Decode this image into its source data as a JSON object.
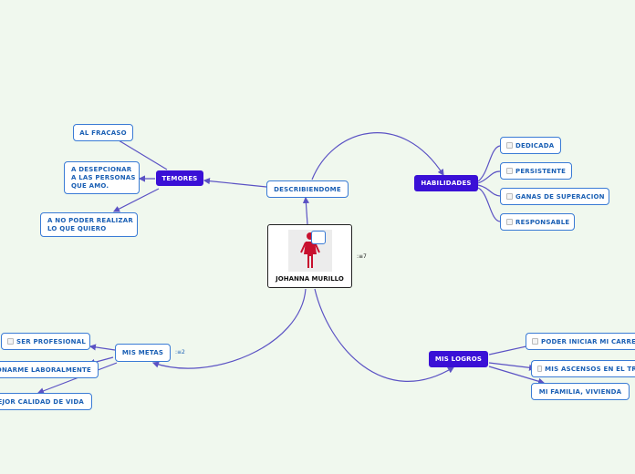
{
  "central": {
    "label": "JOHANNA MURILLO",
    "count": ":≡7"
  },
  "describiendome": "DESCRIBIENDOME",
  "temores": {
    "label": "TEMORES",
    "items": [
      "AL FRACASO",
      "A DESEPCIONAR A LAS PERSONAS QUE AMO.",
      "A NO PODER REALIZAR LO QUE QUIERO"
    ]
  },
  "habilidades": {
    "label": "HABILIDADES",
    "items": [
      "DEDICADA",
      "PERSISTENTE",
      "GANAS DE SUPERACION",
      "RESPONSABLE"
    ]
  },
  "metas": {
    "label": "MIS METAS",
    "count": ":≡2",
    "items": [
      "SER PROFESIONAL",
      "IONARME LABORALMENTE",
      "EJOR CALIDAD DE VIDA"
    ]
  },
  "logros": {
    "label": "MIS LOGROS",
    "items": [
      "PODER INICIAR MI CARRE",
      "MIS ASCENSOS EN EL TR",
      "MI FAMILIA, VIVIENDA"
    ]
  },
  "colors": {
    "line": "#6a5acd",
    "dark_node": "#3a10d6",
    "node_text": "#1a5fb4",
    "figure": "#c8102e"
  }
}
